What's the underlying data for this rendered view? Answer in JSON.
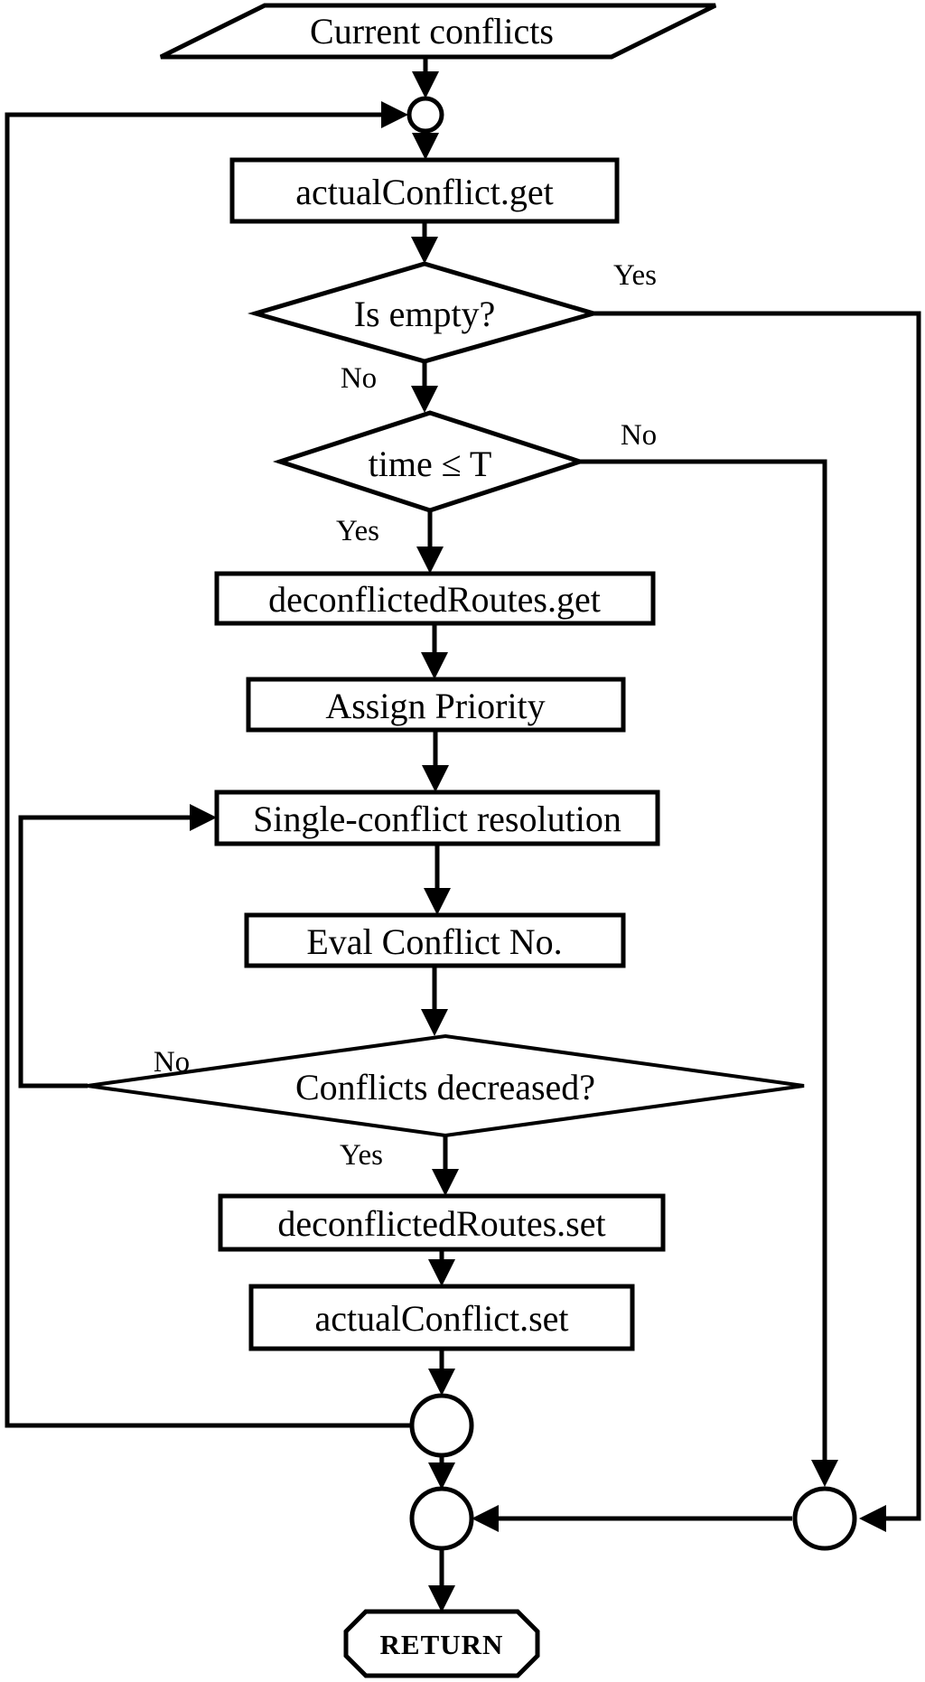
{
  "diagram": {
    "type": "flowchart",
    "colors": {
      "ink": "#000000",
      "paper": "#ffffff"
    },
    "nodes": {
      "start": {
        "label": "Current conflicts",
        "shape": "parallelogram"
      },
      "actual_conflict_get": {
        "label": "actualConflict.get",
        "shape": "process"
      },
      "is_empty": {
        "label": "Is empty?",
        "shape": "decision"
      },
      "time_check": {
        "label": "time ≤ T",
        "shape": "decision"
      },
      "deconflicted_get": {
        "label": "deconflictedRoutes.get",
        "shape": "process"
      },
      "assign_priority": {
        "label": "Assign Priority",
        "shape": "process"
      },
      "single_conflict": {
        "label": "Single-conflict resolution",
        "shape": "process"
      },
      "eval_conflict": {
        "label": "Eval Conflict No.",
        "shape": "process"
      },
      "conflicts_decreased": {
        "label": "Conflicts decreased?",
        "shape": "decision"
      },
      "deconflicted_set": {
        "label": "deconflictedRoutes.set",
        "shape": "process"
      },
      "actual_conflict_set": {
        "label": "actualConflict.set",
        "shape": "process"
      },
      "return": {
        "label": "RETURN",
        "shape": "terminator"
      }
    },
    "edge_labels": {
      "is_empty_yes": "Yes",
      "is_empty_no": "No",
      "time_check_no": "No",
      "time_check_yes": "Yes",
      "conflicts_decreased_no": "No",
      "conflicts_decreased_yes": "Yes"
    },
    "junctions": {
      "top_join": "loop entry connector",
      "loop_exit": "iteration loop-back connector",
      "merge_main": "main merge connector",
      "merge_right": "right branch merge connector"
    }
  }
}
